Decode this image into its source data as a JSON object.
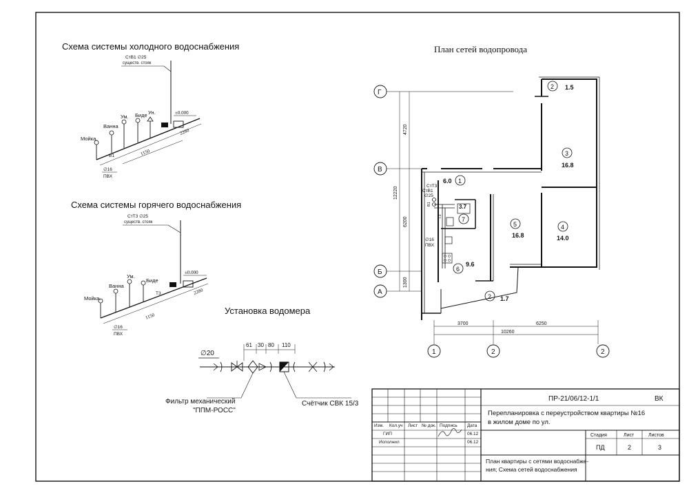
{
  "cold_scheme": {
    "title": "Схема системы  холодного водоснабжения",
    "riser_label": "СтВ1 ∅25",
    "riser_note": "существ. стояк",
    "level": "±0.000",
    "fixtures": [
      "Мойка.",
      "Ванна",
      "Ум.",
      "Биде",
      "Ун."
    ],
    "pipe_mark": "В1",
    "dims": [
      "1150",
      "2280"
    ],
    "pipe_diameter": "∅16",
    "pipe_material": "ПВХ"
  },
  "hot_scheme": {
    "title": "Схема системы  горячего водоснабжения",
    "riser_label": "СтТ3 ∅25",
    "riser_note": "существ. стояк",
    "level": "±0.000",
    "fixtures": [
      "Мойка.",
      "Ванна",
      "Ум.",
      "Биде"
    ],
    "pipe_mark": "Т3",
    "dims": [
      "1150",
      "2280"
    ],
    "pipe_diameter": "∅16",
    "pipe_material": "ПВХ"
  },
  "meter": {
    "title": "Установка водомера",
    "diameter": "∅20",
    "dims": [
      "61",
      "30",
      "80",
      "110"
    ],
    "filter_label": "Фильтр механический",
    "filter_model": "\"ППМ-РОСС\"",
    "meter_label": "Счётчик СВК 15/3"
  },
  "plan": {
    "title": "План сетей водопровода",
    "axes_letters": [
      "Г",
      "В",
      "Б",
      "А"
    ],
    "axes_numbers": [
      "1",
      "2",
      "2"
    ],
    "dims_vertical": [
      "4720",
      "12220",
      "6200",
      "1300"
    ],
    "dims_horizontal": [
      "3700",
      "6250",
      "10260"
    ],
    "rooms": [
      {
        "num": "1",
        "area": "6.0"
      },
      {
        "num": "2",
        "area": "1.5"
      },
      {
        "num": "3",
        "area": "16.8"
      },
      {
        "num": "4",
        "area": "14.0"
      },
      {
        "num": "5",
        "area": "16.8"
      },
      {
        "num": "6",
        "area": "9.6"
      },
      {
        "num": "7",
        "area": "3.7"
      },
      {
        "num": "2",
        "area": "1.7"
      }
    ],
    "riser_labels": [
      "СтТ3",
      "СтВ1",
      "∅25"
    ],
    "pipe_marks": [
      "В1",
      "Т3"
    ],
    "pipe_note": [
      "∅16",
      "ПВХ"
    ]
  },
  "stamp": {
    "code": "ПР-21/06/12-1/1",
    "section": "ВК",
    "project_line1": "Перепланировка с переустройством квартиры №16",
    "project_line2": "в жилом доме по ул.",
    "headers": [
      "Изм.",
      "Кол.уч",
      "Лист",
      "№ док.",
      "Подпись",
      "Дата"
    ],
    "rows": [
      {
        "role": "ГИП",
        "date": "06.12"
      },
      {
        "role": "Исполнил",
        "date": "06.12"
      }
    ],
    "stage_head": "Стадия",
    "sheet_head": "Лист",
    "sheets_head": "Листов",
    "stage": "ПД",
    "sheet": "2",
    "sheets": "3",
    "desc_line1": "План квартиры с сетями водоснабже-",
    "desc_line2": "ния;   Схема сетей водоснабжения"
  }
}
